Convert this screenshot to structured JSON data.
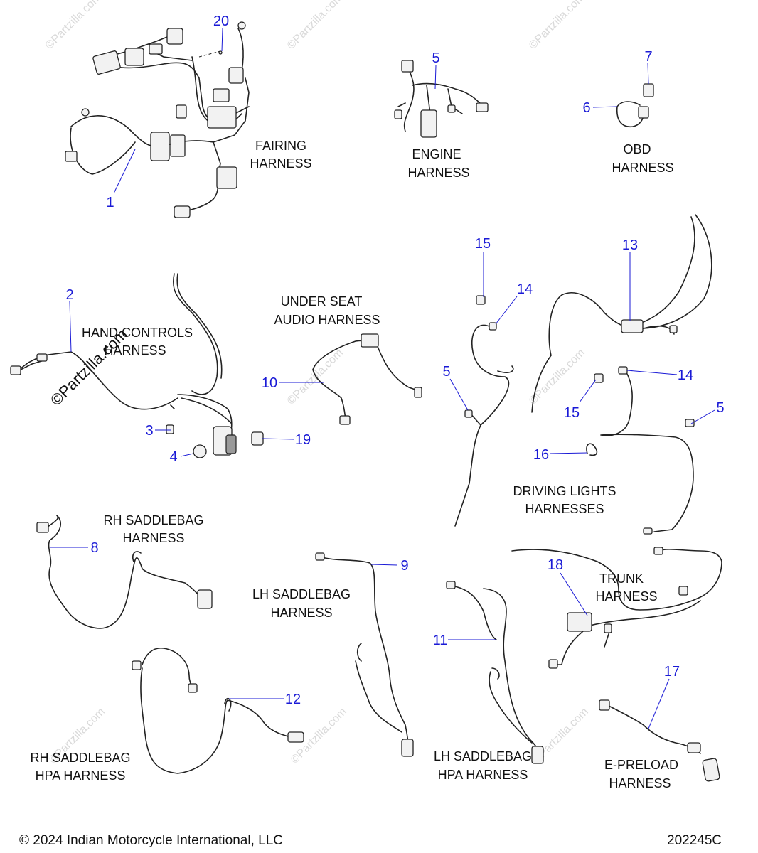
{
  "labels": {
    "fairing": [
      "FAIRING",
      "HARNESS"
    ],
    "engine": [
      "ENGINE",
      "HARNESS"
    ],
    "obd": [
      "OBD",
      "HARNESS"
    ],
    "hand_controls": [
      "HAND CONTROLS",
      "HARNESS"
    ],
    "under_seat": [
      "UNDER SEAT",
      "AUDIO HARNESS"
    ],
    "driving_lights": [
      "DRIVING LIGHTS",
      "HARNESSES"
    ],
    "rh_saddlebag": [
      "RH SADDLEBAG",
      "HARNESS"
    ],
    "lh_saddlebag": [
      "LH SADDLEBAG",
      "HARNESS"
    ],
    "trunk": [
      "TRUNK",
      "HARNESS"
    ],
    "rh_hpa": [
      "RH SADDLEBAG",
      "HPA HARNESS"
    ],
    "lh_hpa": [
      "LH SADDLEBAG",
      "HPA HARNESS"
    ],
    "epreload": [
      "E-PRELOAD",
      "HARNESS"
    ]
  },
  "callouts": [
    "1",
    "2",
    "3",
    "4",
    "5",
    "6",
    "7",
    "8",
    "9",
    "10",
    "11",
    "12",
    "13",
    "14",
    "15",
    "16",
    "17",
    "18",
    "19",
    "20"
  ],
  "watermark": "©Partzilla.com",
  "footer": {
    "copyright": "© 2024 Indian Motorcycle International, LLC",
    "code": "202245C"
  },
  "colors": {
    "callout": "#1a1ad6",
    "ink": "#111111",
    "watermark": "#d9d9d9"
  }
}
